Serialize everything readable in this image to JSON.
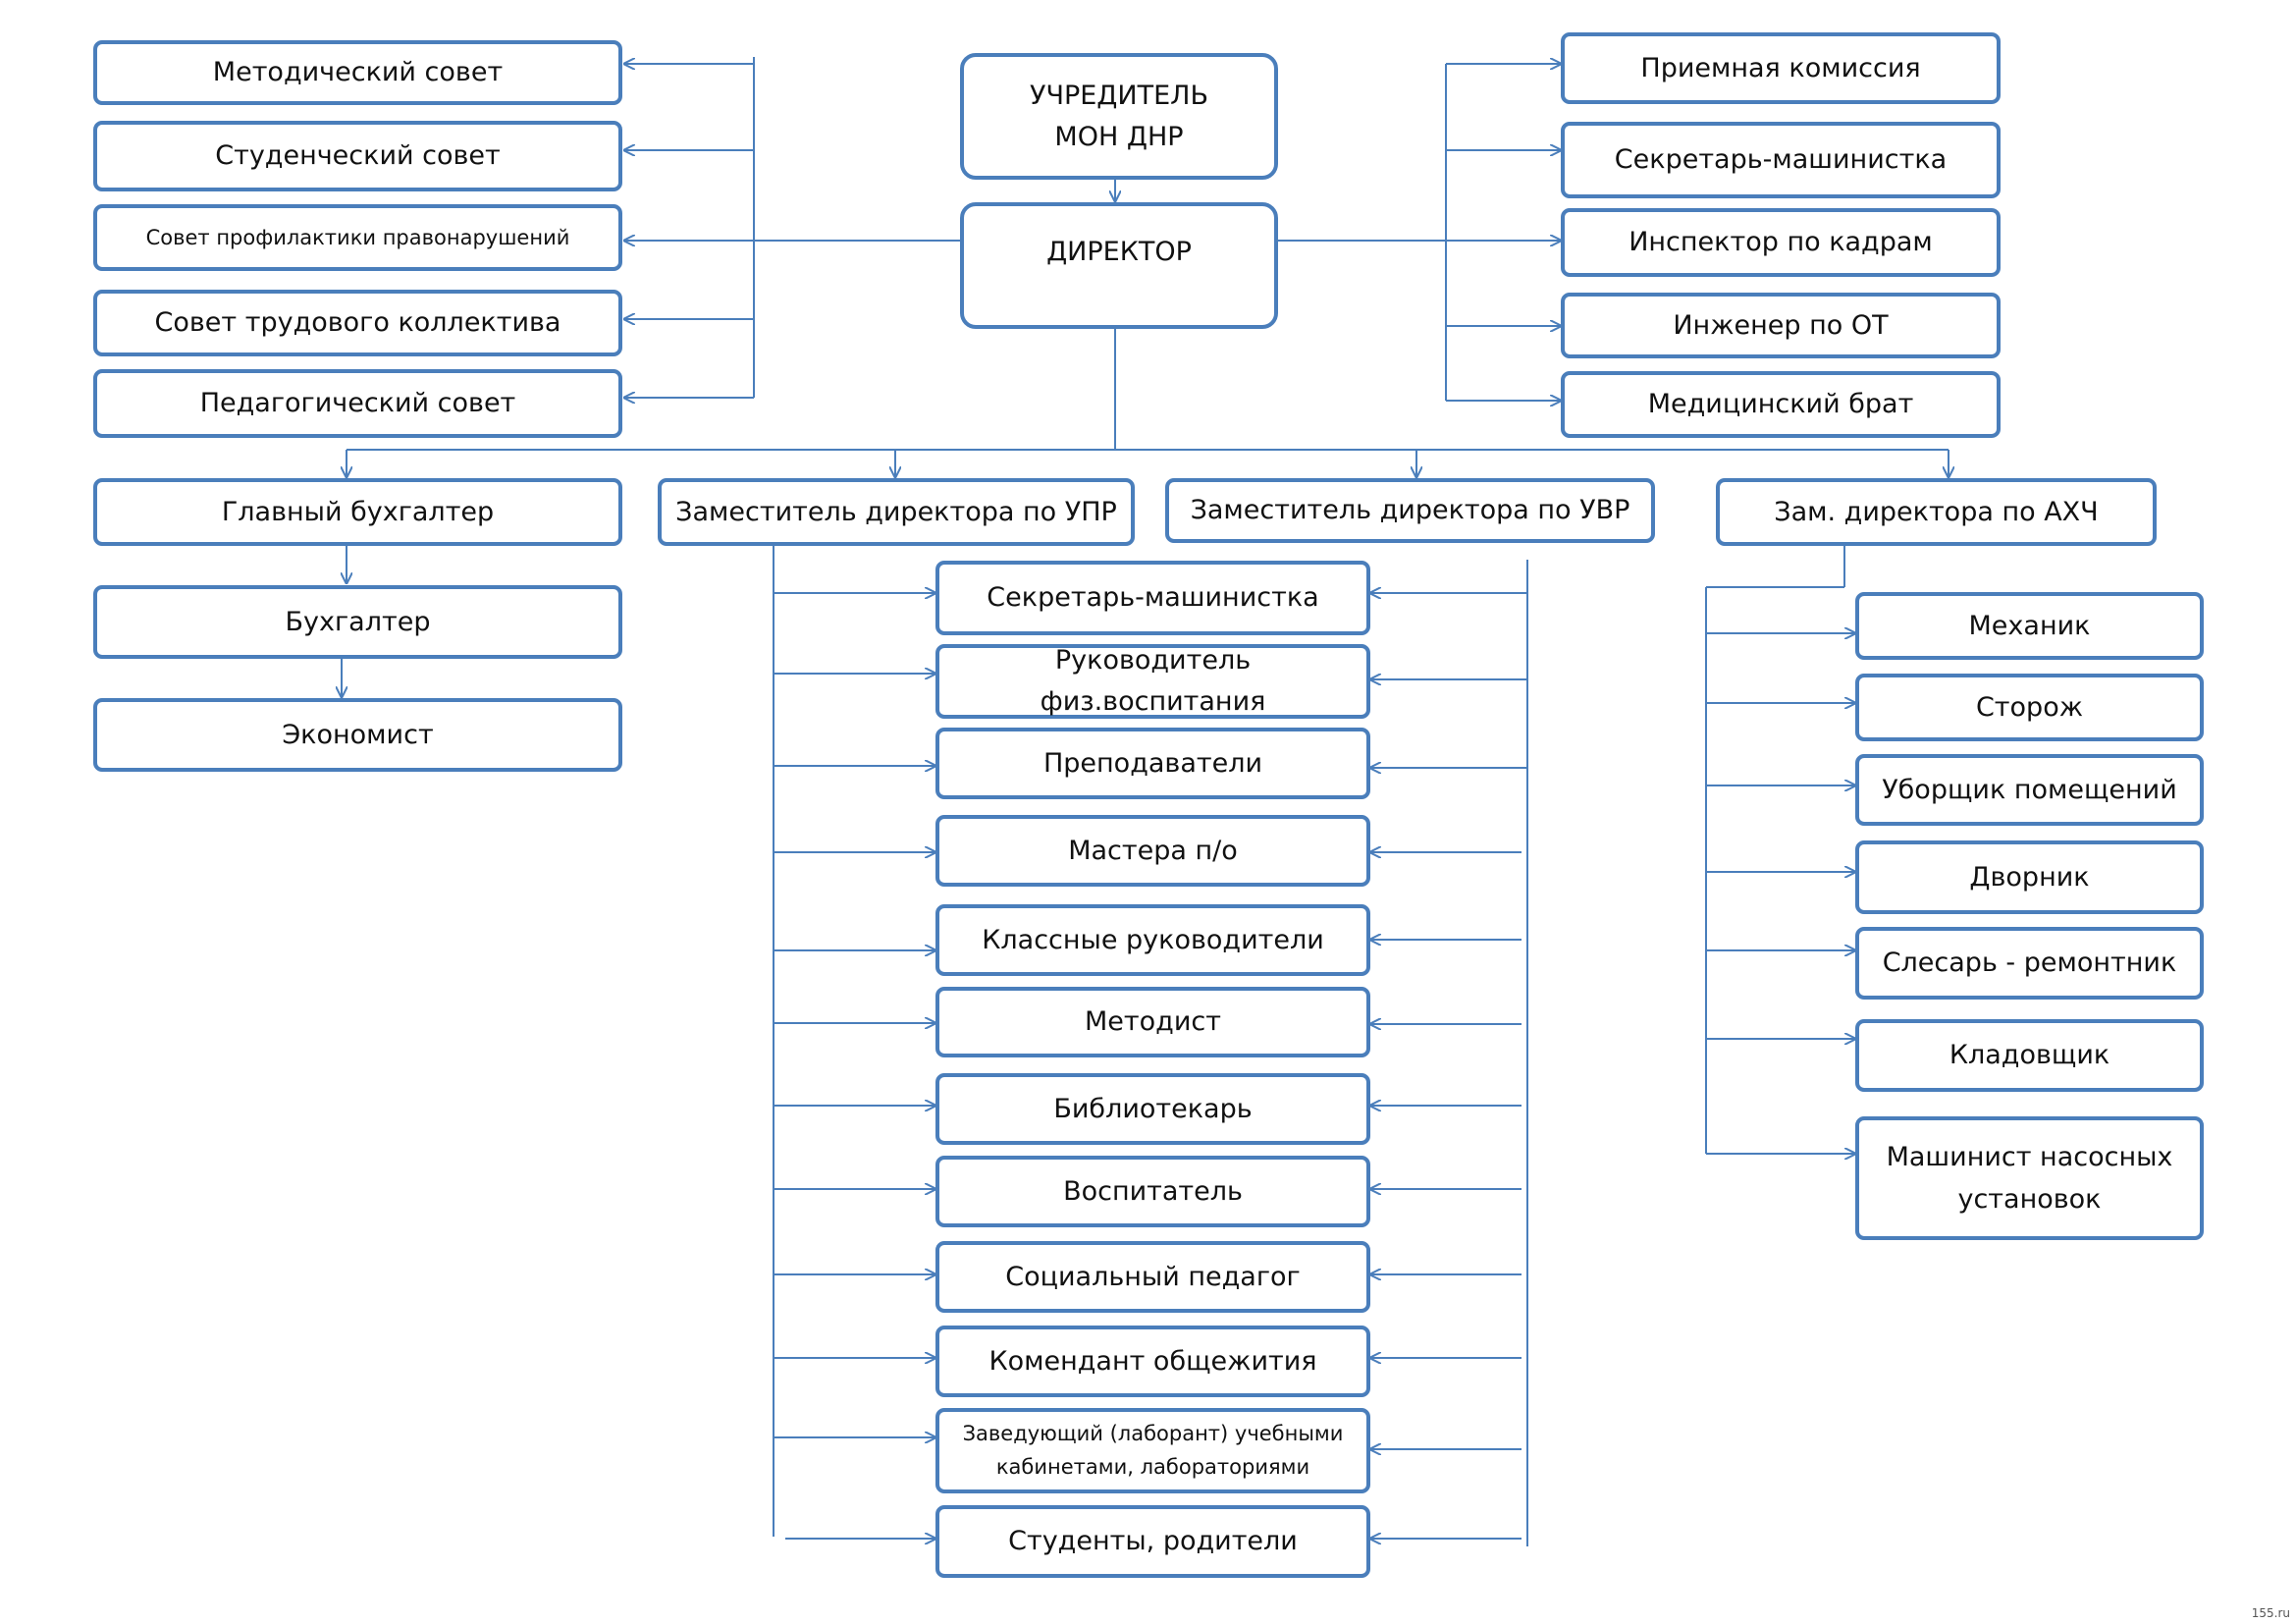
{
  "colors": {
    "line": "#4a7ebb",
    "border": "#4a7ebb",
    "text": "#111111",
    "background": "#ffffff"
  },
  "top": {
    "founder": "УЧРЕДИТЕЛЬ\nМОН ДНР",
    "director": "ДИРЕКТОР"
  },
  "left_councils": [
    "Методический совет",
    "Студенческий совет",
    "Совет профилактики правонарушений",
    "Совет трудового коллектива",
    "Педагогический совет"
  ],
  "right_staff": [
    "Приемная комиссия",
    "Секретарь-машинистка",
    "Инспектор по кадрам",
    "Инженер по ОТ",
    "Медицинский  брат"
  ],
  "deputies": [
    "Главный бухгалтер",
    "Заместитель директора по УПР",
    "Заместитель директора по УВР",
    "Зам. директора по АХЧ"
  ],
  "accounting": [
    "Бухгалтер",
    "Экономист"
  ],
  "shared_staff": [
    "Секретарь-машинистка",
    "Руководитель физ.воспитания",
    "Преподаватели",
    "Мастера п/о",
    "Классные руководители",
    "Методист",
    "Библиотекарь",
    "Воспитатель",
    "Социальный педагог",
    "Комендант общежития",
    "Заведующий (лаборант) учебными\nкабинетами, лабораториями",
    "Студенты, родители"
  ],
  "ahch_staff": [
    "Механик",
    "Сторож",
    "Уборщик помещений",
    "Дворник",
    "Слесарь - ремонтник",
    "Кладовщик",
    "Машинист насосных\nустановок"
  ],
  "watermark": "155.ru"
}
